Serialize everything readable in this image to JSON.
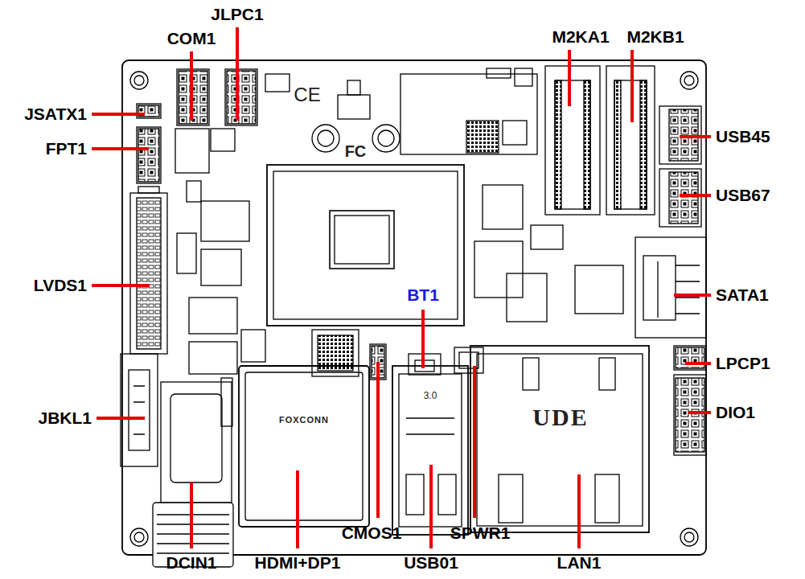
{
  "diagram": {
    "labels": [
      "JLPC1",
      "COM1",
      "M2KA1",
      "M2KB1",
      "JSATX1",
      "CE",
      "FPT1",
      "USB45",
      "FC",
      "USB67",
      "LVDS1",
      "BT1",
      "SATA1",
      "LPCP1",
      "JBKL1",
      "DIO1",
      "UDE",
      "FOXCONN",
      "3.0",
      "CMOS1",
      "SPWR1",
      "DCIN1",
      "HDMI+DP1",
      "USB01",
      "LAN1"
    ]
  }
}
